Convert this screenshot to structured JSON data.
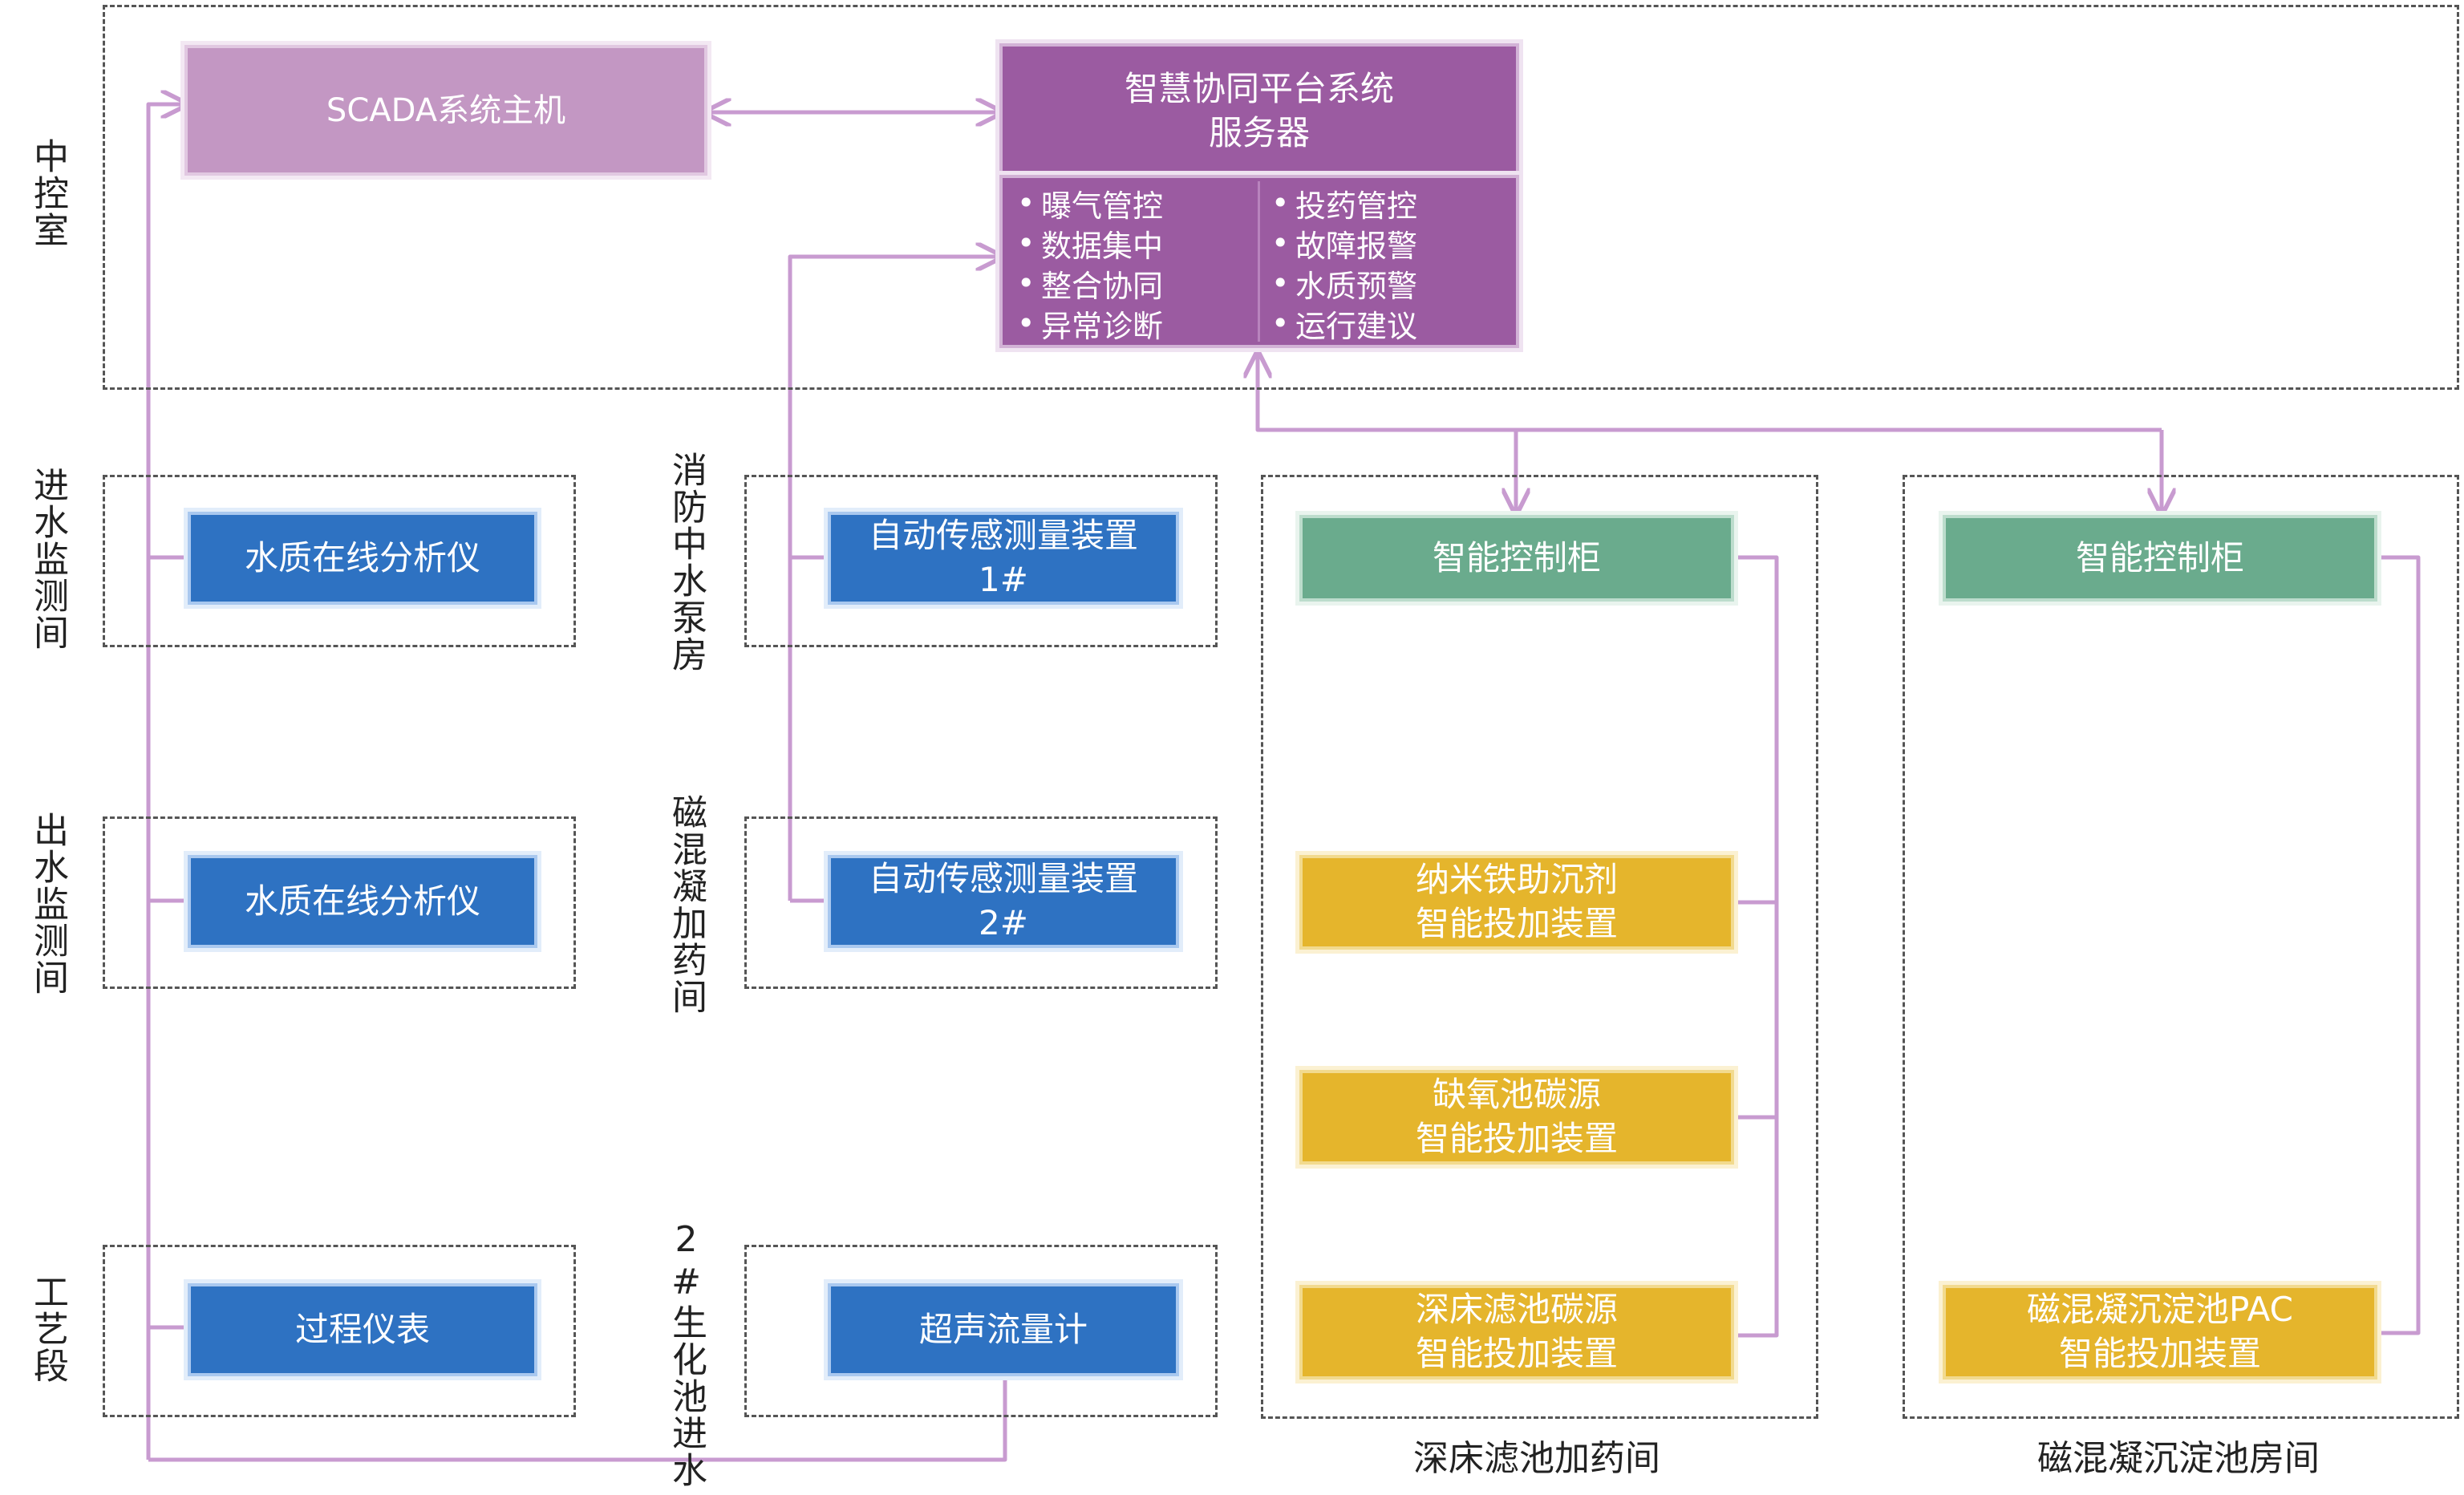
{
  "zones": {
    "central": "中控室",
    "inlet": "进水监测间",
    "outlet": "出水监测间",
    "process": "工艺段",
    "fire_pump": "消防中水泵房",
    "mag_dosing": "磁混凝加药间",
    "bio_inlet": "2#生化池进水",
    "deep_bed": "深床滤池加药间",
    "mag_sed": "磁混凝沉淀池房间"
  },
  "nodes": {
    "scada": "SCADA系统主机",
    "server_line1": "智慧协同平台系统",
    "server_line2": "服务器",
    "analyzer_in": "水质在线分析仪",
    "analyzer_out": "水质在线分析仪",
    "process_meter": "过程仪表",
    "sensor1_line1": "自动传感测量装置",
    "sensor1_line2": "1#",
    "sensor2_line1": "自动传感测量装置",
    "sensor2_line2": "2#",
    "flowmeter": "超声流量计",
    "cabinet_a": "智能控制柜",
    "cabinet_b": "智能控制柜",
    "nano_line1": "纳米铁助沉剂",
    "nano_line2": "智能投加装置",
    "anoxic_line1": "缺氧池碳源",
    "anoxic_line2": "智能投加装置",
    "deepbed_line1": "深床滤池碳源",
    "deepbed_line2": "智能投加装置",
    "pac_line1": "磁混凝沉淀池PAC",
    "pac_line2": "智能投加装置"
  },
  "functions_left": [
    "曝气管控",
    "数据集中",
    "整合协同",
    "异常诊断"
  ],
  "functions_right": [
    "投药管控",
    "故障报警",
    "水质预警",
    "运行建议"
  ],
  "colors": {
    "connector": "#c89bd0",
    "server": "#9b5ba1",
    "scada": "#c397c3",
    "instrument": "#2e72c2",
    "cabinet": "#6aab8d",
    "dosing": "#e5b52c"
  }
}
